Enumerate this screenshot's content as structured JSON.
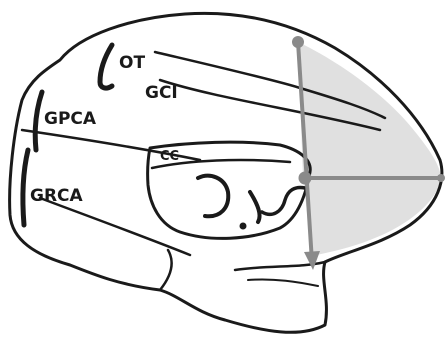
{
  "labels": {
    "ot": "OT",
    "gci": "GCI",
    "gpca": "GPCA",
    "grca": "GRCA",
    "cc": "CC"
  },
  "colors": {
    "ink": "#1a1a1a",
    "guide": "#8a8a8a",
    "shaded_region": "#e0e0e0",
    "background": "#ffffff"
  },
  "icons": {
    "arrow": "arrow-down-icon",
    "origin": "origin-point-icon"
  }
}
